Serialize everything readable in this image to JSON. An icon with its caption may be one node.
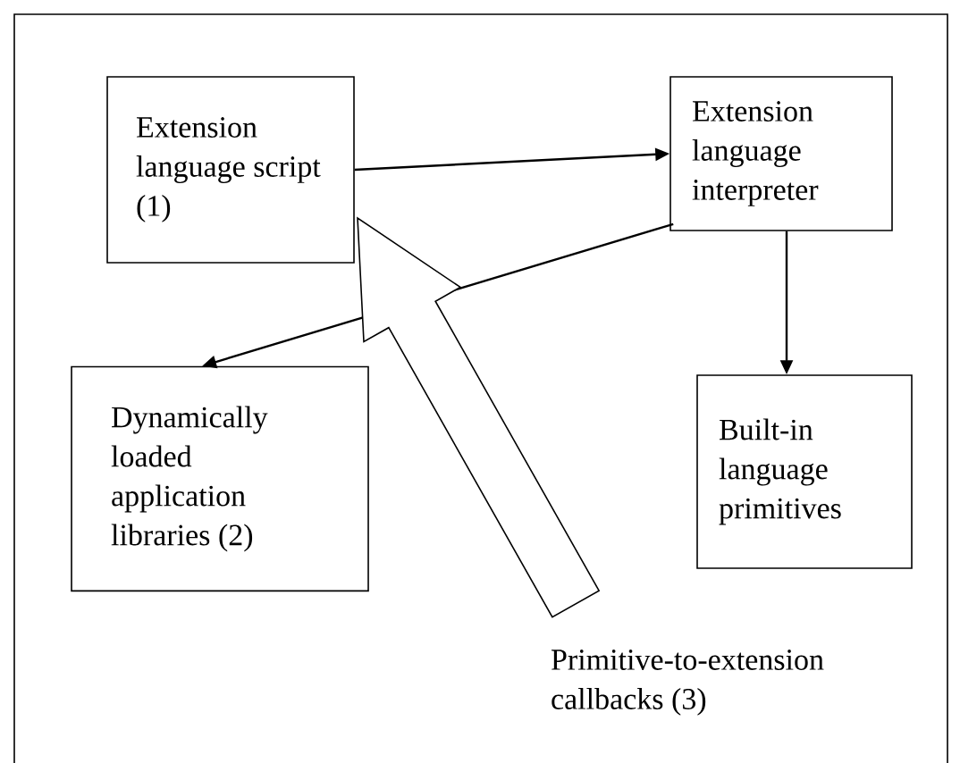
{
  "diagram": {
    "nodes": [
      {
        "text": [
          "Extension language script (1)"
        ]
      },
      {
        "text": [
          "Extension language interpreter"
        ]
      },
      {
        "text": [
          "Dynamically loaded application libraries (2)"
        ]
      },
      {
        "text": [
          "Built-in language primitives"
        ]
      },
      {
        "text": [
          "Primitive-to-extension callbacks (3)"
        ]
      }
    ],
    "edges": [
      {
        "from": 0,
        "to": 1,
        "arrow": "to"
      },
      {
        "from": 1,
        "to": 2,
        "arrow": "to"
      },
      {
        "from": 1,
        "to": 3,
        "arrow": "to"
      },
      {
        "from": 4,
        "to": 0,
        "arrow": "to",
        "style": "thick"
      }
    ]
  }
}
